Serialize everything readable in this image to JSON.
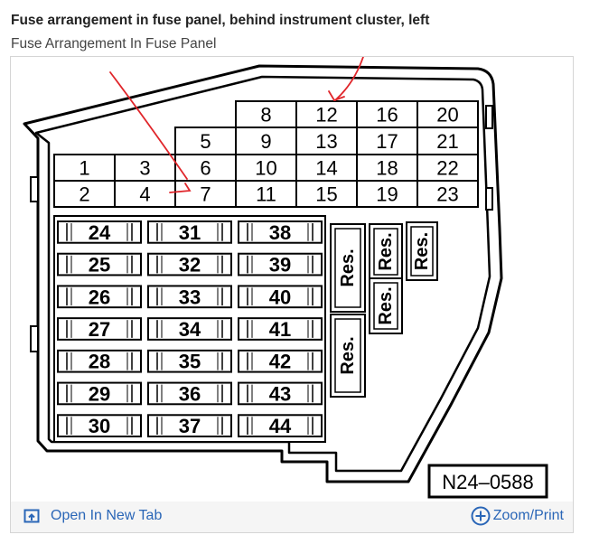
{
  "header": {
    "title": "Fuse arrangement in fuse panel, behind instrument cluster, left",
    "subtitle": "Fuse Arrangement In Fuse Panel"
  },
  "diagram": {
    "upper_fuses": [
      {
        "label": "8",
        "col": 3,
        "row": 0
      },
      {
        "label": "12",
        "col": 4,
        "row": 0
      },
      {
        "label": "16",
        "col": 5,
        "row": 0
      },
      {
        "label": "20",
        "col": 6,
        "row": 0
      },
      {
        "label": "5",
        "col": 2,
        "row": 1
      },
      {
        "label": "9",
        "col": 3,
        "row": 1
      },
      {
        "label": "13",
        "col": 4,
        "row": 1
      },
      {
        "label": "17",
        "col": 5,
        "row": 1
      },
      {
        "label": "21",
        "col": 6,
        "row": 1
      },
      {
        "label": "1",
        "col": 0,
        "row": 2
      },
      {
        "label": "3",
        "col": 1,
        "row": 2
      },
      {
        "label": "6",
        "col": 2,
        "row": 2
      },
      {
        "label": "10",
        "col": 3,
        "row": 2
      },
      {
        "label": "14",
        "col": 4,
        "row": 2
      },
      {
        "label": "18",
        "col": 5,
        "row": 2
      },
      {
        "label": "22",
        "col": 6,
        "row": 2
      },
      {
        "label": "2",
        "col": 0,
        "row": 3
      },
      {
        "label": "4",
        "col": 1,
        "row": 3
      },
      {
        "label": "7",
        "col": 2,
        "row": 3
      },
      {
        "label": "11",
        "col": 3,
        "row": 3
      },
      {
        "label": "15",
        "col": 4,
        "row": 3
      },
      {
        "label": "19",
        "col": 5,
        "row": 3
      },
      {
        "label": "23",
        "col": 6,
        "row": 3
      }
    ],
    "lower_fuses": [
      [
        "24",
        "31",
        "38"
      ],
      [
        "25",
        "32",
        "39"
      ],
      [
        "26",
        "33",
        "40"
      ],
      [
        "27",
        "34",
        "41"
      ],
      [
        "28",
        "35",
        "42"
      ],
      [
        "29",
        "36",
        "43"
      ],
      [
        "30",
        "37",
        "44"
      ]
    ],
    "reserve_label": "Res.",
    "part_code": "N24–0588",
    "arrow_color": "#e0262b"
  },
  "footer": {
    "open_tab_label": "Open In New Tab",
    "zoom_label": "Zoom/Print",
    "link_color": "#2a66b7"
  }
}
